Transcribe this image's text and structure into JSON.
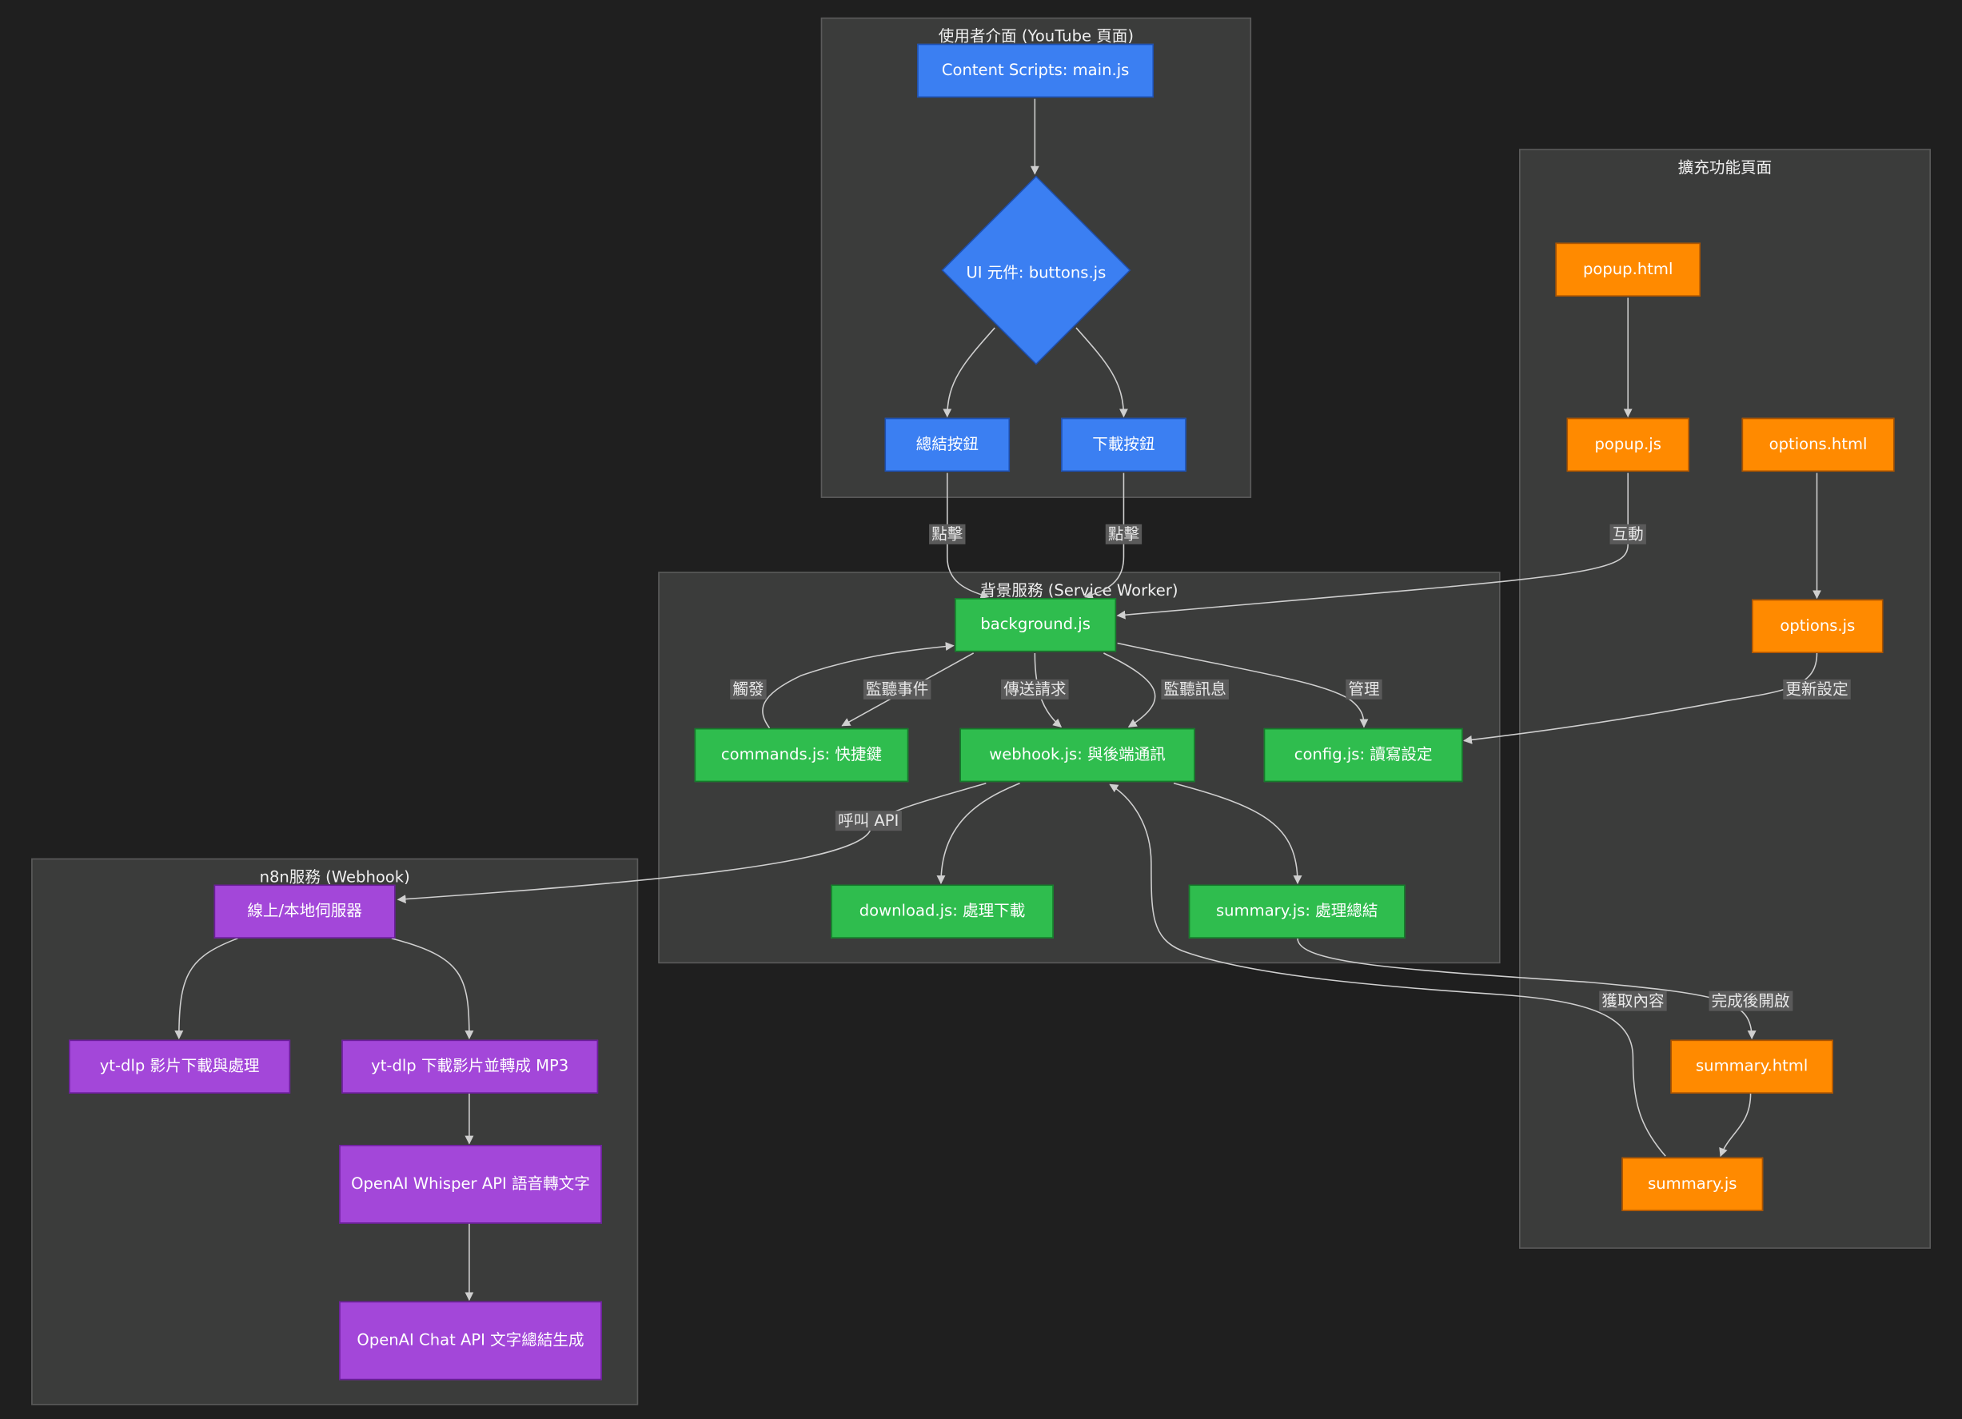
{
  "clusters": {
    "ui": "使用者介面 (YouTube 頁面)",
    "ext": "擴充功能頁面",
    "bg": "背景服務 (Service Worker)",
    "n8n": "n8n服務 (Webhook)"
  },
  "nodes": {
    "main": "Content Scripts: main.js",
    "buttons": "UI 元件: buttons.js",
    "summarize_btn": "總結按鈕",
    "download_btn": "下載按鈕",
    "background": "background.js",
    "commands": "commands.js: 快捷鍵",
    "webhook": "webhook.js: 與後端通訊",
    "config": "config.js: 讀寫設定",
    "download_js": "download.js: 處理下載",
    "summary_js_bg": "summary.js: 處理總結",
    "popup_html": "popup.html",
    "popup_js": "popup.js",
    "options_html": "options.html",
    "options_js": "options.js",
    "summary_html": "summary.html",
    "summary_js_ext": "summary.js",
    "server": "線上/本地伺服器",
    "ytdlp_download": "yt-dlp 影片下載與處理",
    "ytdlp_mp3": "yt-dlp 下載影片並轉成 MP3",
    "whisper": "OpenAI Whisper API 語音轉文字",
    "chat": "OpenAI Chat API 文字總結生成"
  },
  "edge_labels": {
    "click1": "點擊",
    "click2": "點擊",
    "interact": "互動",
    "trigger": "觸發",
    "listen_event": "監聽事件",
    "send_request": "傳送請求",
    "listen_msg": "監聽訊息",
    "manage": "管理",
    "update_settings": "更新設定",
    "call_api": "呼叫 API",
    "fetch_content": "獲取內容",
    "open_after": "完成後開啟"
  },
  "colors": {
    "background": "#1f1f1f",
    "cluster": "#3b3c3b",
    "ui_nodes": "#3b7ff2",
    "background_nodes": "#2fbd4e",
    "extension_nodes": "#ff8a00",
    "n8n_nodes": "#a347d9",
    "edge": "#cfcfcf"
  }
}
